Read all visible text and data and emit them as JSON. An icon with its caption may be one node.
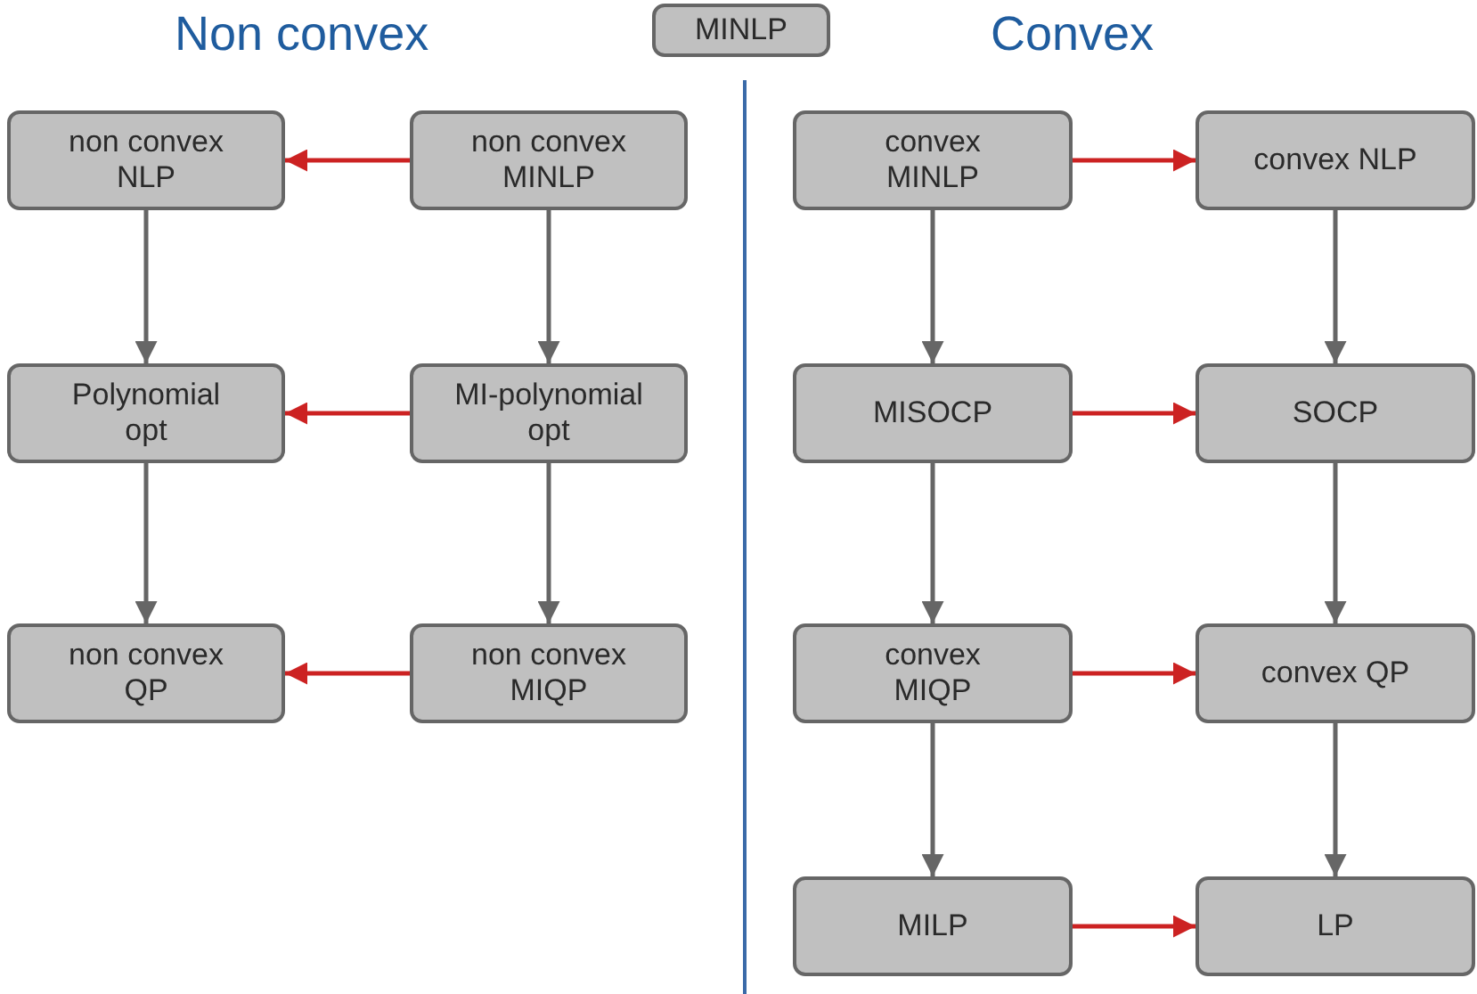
{
  "diagram": {
    "nodes": [
      {
        "text": [
          "MINLP"
        ]
      },
      {
        "text": [
          "non convex NLP"
        ]
      },
      {
        "text": [
          "non convex MINLP"
        ]
      },
      {
        "text": [
          "Polynomial opt"
        ]
      },
      {
        "text": [
          "MI-polynomial opt"
        ]
      },
      {
        "text": [
          "non convex QP"
        ]
      },
      {
        "text": [
          "non convex MIQP"
        ]
      },
      {
        "text": [
          "convex MINLP"
        ]
      },
      {
        "text": [
          "convex NLP"
        ]
      },
      {
        "text": [
          "MISOCP"
        ]
      },
      {
        "text": [
          "SOCP"
        ]
      },
      {
        "text": [
          "convex MIQP"
        ]
      },
      {
        "text": [
          "convex QP"
        ]
      },
      {
        "text": [
          "MILP"
        ]
      },
      {
        "text": [
          "LP"
        ]
      }
    ],
    "edges": [
      {
        "from": 2,
        "to": 1,
        "arrow": "to",
        "color": "#cc2222"
      },
      {
        "from": 1,
        "to": 3,
        "arrow": "to"
      },
      {
        "from": 2,
        "to": 4,
        "arrow": "to"
      },
      {
        "from": 4,
        "to": 3,
        "arrow": "to",
        "color": "#cc2222"
      },
      {
        "from": 3,
        "to": 5,
        "arrow": "to"
      },
      {
        "from": 4,
        "to": 6,
        "arrow": "to"
      },
      {
        "from": 6,
        "to": 5,
        "arrow": "to",
        "color": "#cc2222"
      },
      {
        "from": 7,
        "to": 8,
        "arrow": "to",
        "color": "#cc2222"
      },
      {
        "from": 7,
        "to": 9,
        "arrow": "to"
      },
      {
        "from": 8,
        "to": 10,
        "arrow": "to"
      },
      {
        "from": 9,
        "to": 10,
        "arrow": "to",
        "color": "#cc2222"
      },
      {
        "from": 9,
        "to": 11,
        "arrow": "to"
      },
      {
        "from": 10,
        "to": 12,
        "arrow": "to"
      },
      {
        "from": 11,
        "to": 12,
        "arrow": "to",
        "color": "#cc2222"
      },
      {
        "from": 11,
        "to": 13,
        "arrow": "to"
      },
      {
        "from": 12,
        "to": 14,
        "arrow": "to"
      },
      {
        "from": 13,
        "to": 14,
        "arrow": "to",
        "color": "#cc2222"
      }
    ],
    "labels": [
      "Non convex",
      "Convex"
    ]
  }
}
